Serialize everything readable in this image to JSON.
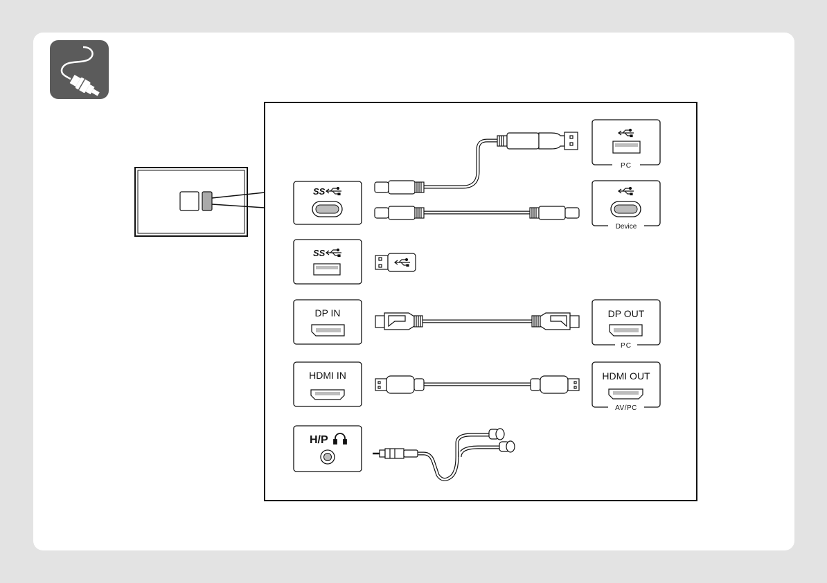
{
  "ports": {
    "usbc_left": {
      "label": "SS"
    },
    "usba_left": {
      "label": "SS"
    },
    "dp_in": {
      "label": "DP IN"
    },
    "hdmi_in": {
      "label": "HDMI IN"
    },
    "headphone": {
      "label": "H/P"
    }
  },
  "devices": {
    "pc_usb": {
      "caption": "PC"
    },
    "device_usb": {
      "caption": "Device"
    },
    "dp_out": {
      "label": "DP OUT",
      "caption": "PC"
    },
    "hdmi_out": {
      "label": "HDMI OUT",
      "caption": "AV/PC"
    }
  },
  "icons": {
    "badge": "cable-plug-icon",
    "usb": "usb-trident-icon",
    "headphone": "headphone-icon"
  },
  "colors": {
    "background": "#e3e3e3",
    "card": "#ffffff",
    "badge": "#5b5b5b",
    "line": "#111111",
    "port_fill": "#bdbdbd"
  }
}
